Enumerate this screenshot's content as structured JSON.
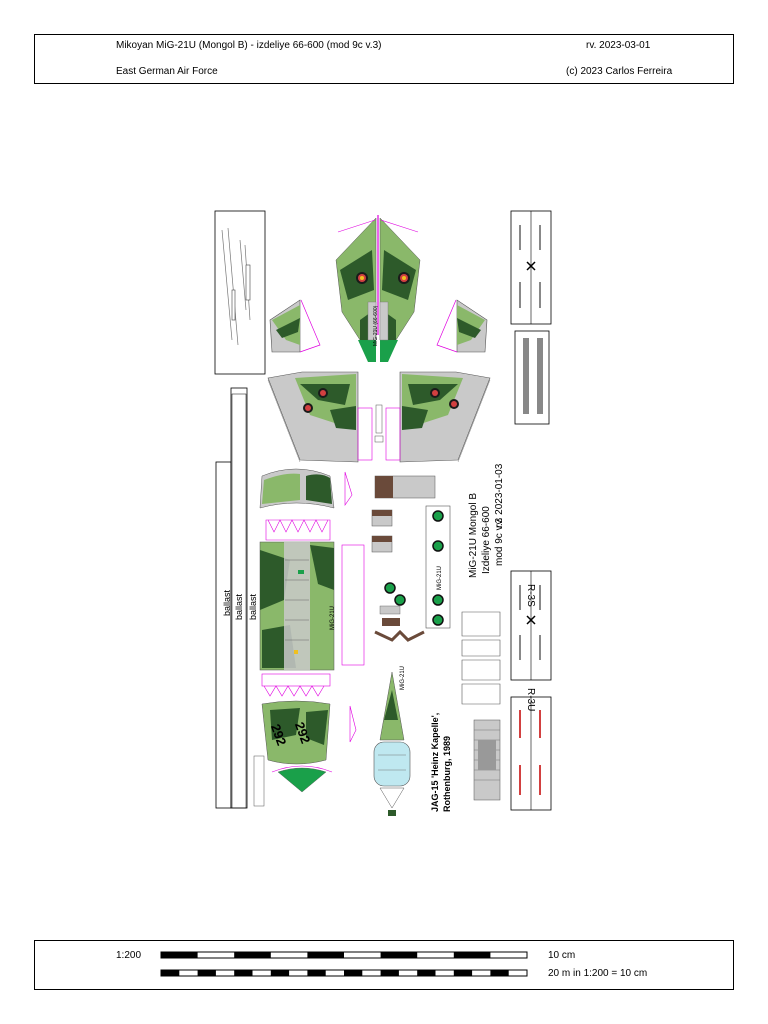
{
  "header": {
    "title": "Mikoyan MiG-21U (Mongol B) - izdeliye 66-600 (mod 9c v.3)",
    "revision": "rv. 2023-03-01",
    "subtitle": "East German Air Force",
    "copyright": "(c) 2023 Carlos Ferreira"
  },
  "parts": {
    "ballast_1": "ballast",
    "ballast_2": "ballast",
    "ballast_3": "ballast",
    "model_name": "MiG-21U Mongol B",
    "izdeliye": "Izdeliye 66-600",
    "mod": "mod 9c v.3",
    "part_rev": "rv. 2023-01-03",
    "unit_line1": "JAG-15 'Heinz Kapelle',",
    "unit_line2": "Rothenburg, 1989",
    "missile_1": "R-3S",
    "missile_2": "R-3U",
    "tail_number": "292",
    "tail_number_2": "292",
    "label_mig21u_a": "MiG-21U",
    "label_mig21u_b": "MiG-21U",
    "label_mig21u_c": "MiG-21U",
    "label_mig21u_d": "MiG-21U (66-600)"
  },
  "scale": {
    "ratio": "1:200",
    "bar1_label": "10 cm",
    "bar2_label": "20 m in 1:200 = 10 cm"
  },
  "colors": {
    "camo_light": "#8ab86a",
    "camo_dark": "#2d5a2a",
    "grey": "#c9c9c9",
    "magenta": "#e000e0",
    "emblem_green": "#1aa04a",
    "brown": "#6a4a3a",
    "red": "#d24040"
  }
}
